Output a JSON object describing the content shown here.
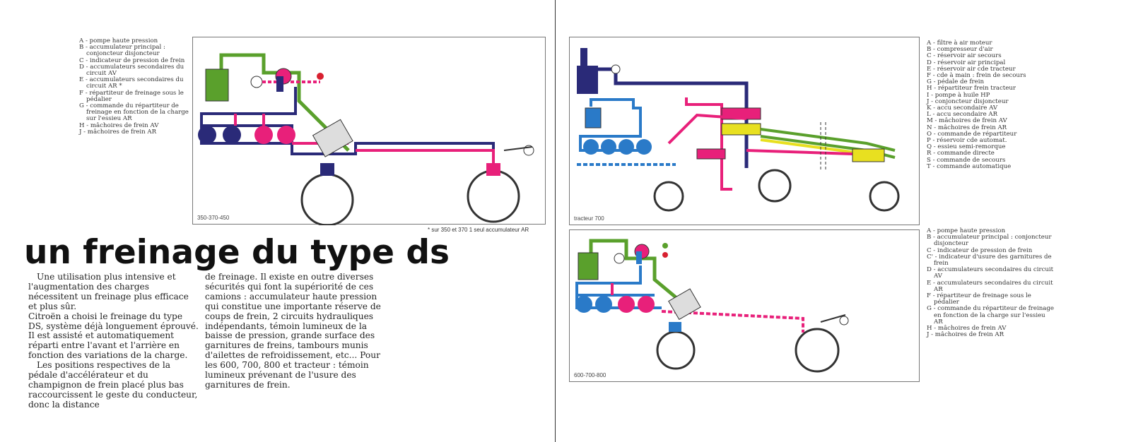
{
  "left_page": {
    "legend": [
      "A - pompe haute pression",
      "B - accumulateur principal : conjoncteur disjoncteur",
      "C - indicateur de pression de frein",
      "D - accumulateurs secondaires du circuit AV",
      "E - accumulateurs secondaires du circuit AR *",
      "F - répartiteur de freinage sous le pédalier",
      "G - commande du répartiteur de freinage en fonction de la charge sur l'essieu AR",
      "H - mâchoires de frein AV",
      "J - mâchoires de frein AR"
    ],
    "diagram_caption": "350-370-450",
    "footnote": "* sur 350 et 370 1 seul accumulateur AR",
    "title": "un freinage du type ds",
    "column1": [
      "Une utilisation plus intensive et l'augmentation des charges nécessitent un freinage plus efficace et plus sûr.",
      "Citroën a choisi le freinage du type DS, système déjà longuement éprouvé.",
      "Il est assisté et automatiquement réparti entre l'avant et l'arrière en fonction des variations de la charge.",
      "Les positions respectives de la pédale d'accélérateur et du champignon de frein placé plus bas raccourcissent le geste du conducteur, donc la distance"
    ],
    "column2": "de freinage. Il existe en outre diverses sécurités qui font la supériorité de ces camions : accumulateur haute pression qui constitue une importante réserve de coups de frein, 2 circuits hydrauliques indépendants, témoin lumineux de la baisse de pression, grande surface des garnitures de freins, tambours munis d'ailettes de refroidissement, etc... Pour les 600, 700, 800 et tracteur : témoin lumineux prévenant de l'usure des garnitures de frein."
  },
  "right_page": {
    "top_diagram_caption": "tracteur 700",
    "top_legend": [
      "A - filtre à air moteur",
      "B - compresseur d'air",
      "C - réservoir air secours",
      "D - réservoir air principal",
      "E - réservoir air cde tracteur",
      "F - cde à main : frein de secours",
      "G - pédale de frein",
      "H - répartiteur frein tracteur",
      "I - pompe à huile HP",
      "J - conjoncteur disjoncteur",
      "K - accu secondaire AV",
      "L - accu secondaire AR",
      "M - mâchoires de frein AV",
      "N - mâchoires de frein AR",
      "O - commande de répartiteur",
      "P - réservoir cde automat.",
      "Q - essieu semi-remorque",
      "R - commande directe",
      "S - commande de secours",
      "T - commande automatique"
    ],
    "bottom_diagram_caption": "600-700-800",
    "bottom_legend": [
      "A - pompe haute pression",
      "B - accumulateur principal : conjoncteur disjoncteur",
      "C - indicateur de pression de frein",
      "C' - indicateur d'usure des garnitures de frein",
      "D - accumulateurs secondaires du circuit AV",
      "E - accumulateurs secondaires du circuit AR",
      "F - répartiteur de freinage sous le pédalier",
      "G - commande du répartiteur de freinage en fonction de la charge sur l'essieu AR",
      "H - mâchoires de frein AV",
      "J - mâchoires de frein AR"
    ]
  },
  "colors": {
    "green": "#5aa02c",
    "pink": "#e8207a",
    "navy": "#2a2a78",
    "blue": "#2a7ac8",
    "yellow": "#e8e020",
    "red": "#d82030"
  }
}
